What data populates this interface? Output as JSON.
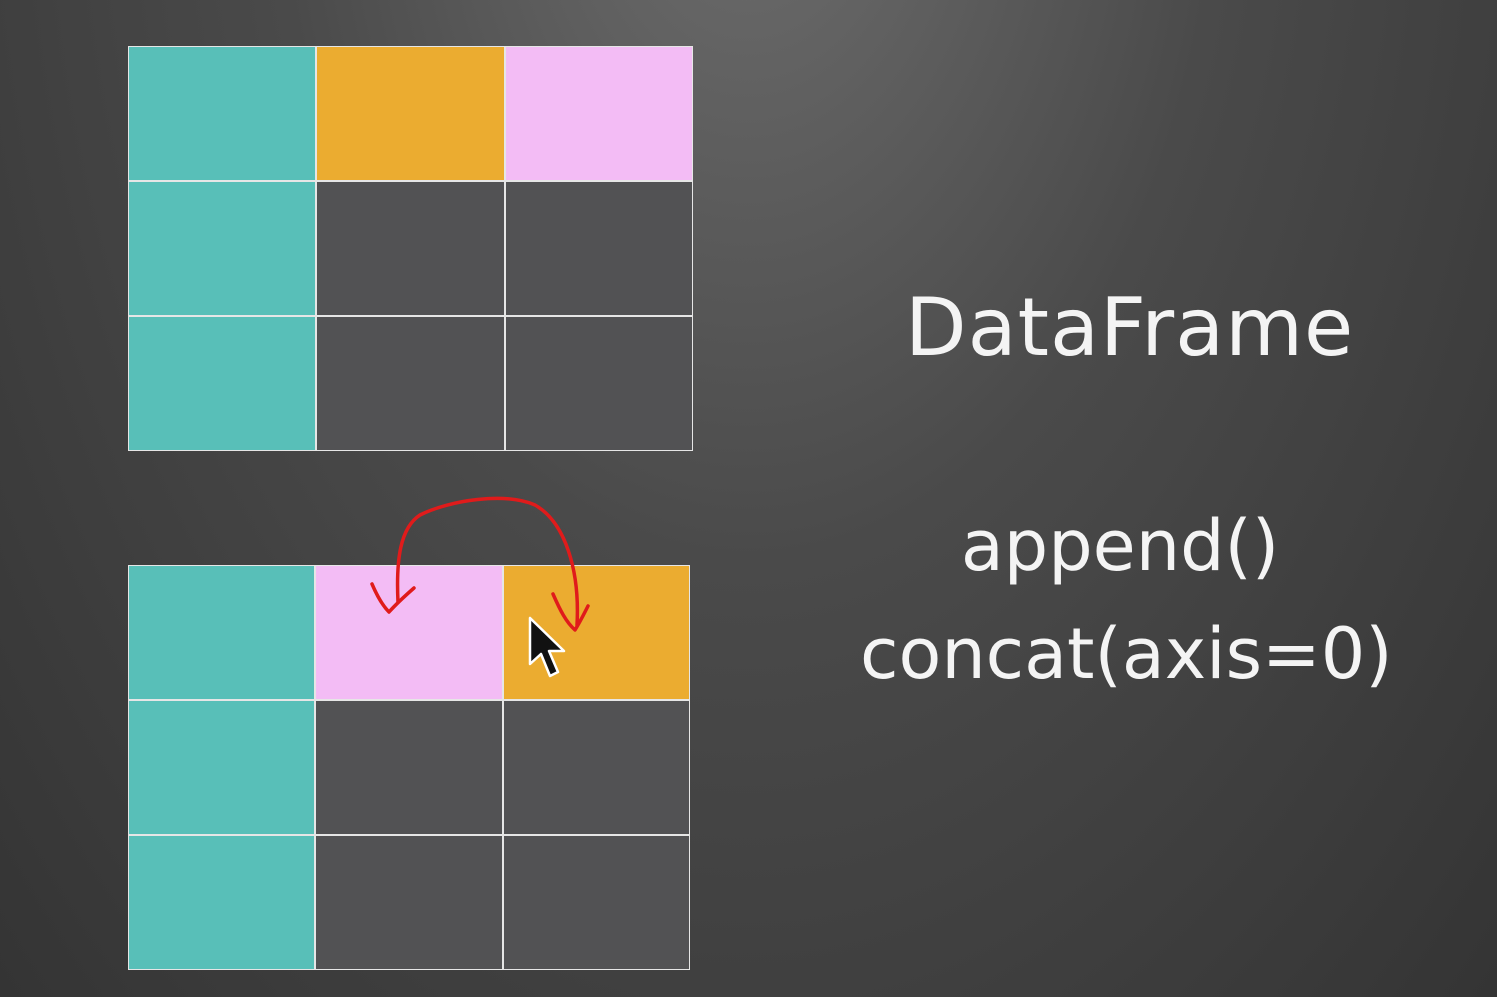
{
  "colors": {
    "teal": "#58bfb8",
    "orange": "#ebac30",
    "pink": "#f3bcf5",
    "dark": "#525254",
    "annotation_red": "#e01b1b"
  },
  "top_table": {
    "rows": [
      [
        "teal",
        "orange",
        "pink"
      ],
      [
        "teal",
        "dark",
        "dark"
      ],
      [
        "teal",
        "dark",
        "dark"
      ]
    ]
  },
  "bottom_table": {
    "rows": [
      [
        "teal",
        "pink",
        "orange"
      ],
      [
        "teal",
        "dark",
        "dark"
      ],
      [
        "teal",
        "dark",
        "dark"
      ]
    ]
  },
  "labels": {
    "title": "DataFrame",
    "methods": [
      "append()",
      "concat(axis=0)"
    ]
  },
  "annotation": {
    "type": "swap-arrow",
    "color": "#e01b1b"
  },
  "cursor": {
    "icon": "mouse-pointer-icon"
  }
}
